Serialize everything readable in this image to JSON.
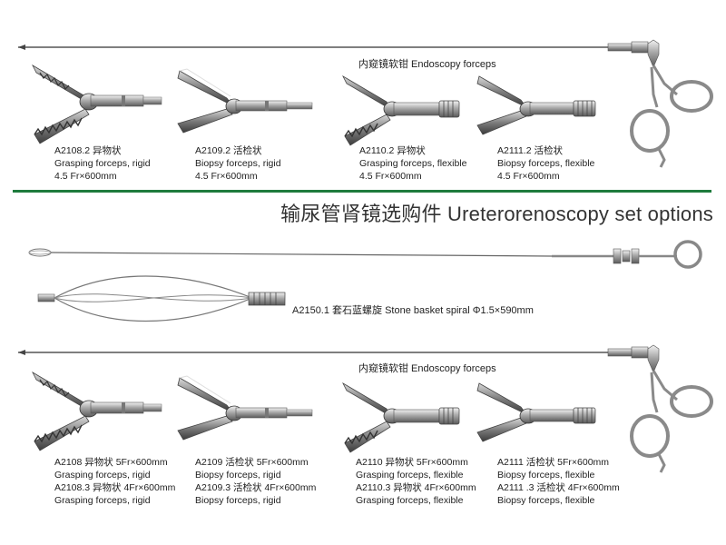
{
  "top_section": {
    "title": "内窥镜软钳 Endoscopy forceps",
    "items": [
      {
        "code": "A2108.2 异物状",
        "desc": "Grasping forceps, rigid",
        "size": "4.5 Fr×600mm"
      },
      {
        "code": "A2109.2 活检状",
        "desc": "Biopsy forceps, rigid",
        "size": "4.5 Fr×600mm"
      },
      {
        "code": "A2110.2 异物状",
        "desc": "Grasping forceps, flexible",
        "size": "4.5 Fr×600mm"
      },
      {
        "code": "A2111.2 活检状",
        "desc": "Biopsy forceps, flexible",
        "size": "4.5 Fr×600mm"
      }
    ]
  },
  "heading": "输尿管肾镜选购件 Ureterorenoscopy set options",
  "basket": {
    "label": "A2150.1 套石蓝螺旋 Stone basket spiral  Φ1.5×590mm"
  },
  "bottom_section": {
    "title": "内窥镜软钳 Endoscopy forceps",
    "items": [
      {
        "line1": "A2108 异物状 5Fr×600mm",
        "line2": "Grasping forceps, rigid",
        "line3": "A2108.3 异物状 4Fr×600mm",
        "line4": "Grasping forceps, rigid"
      },
      {
        "line1": "A2109 活检状 5Fr×600mm",
        "line2": "Biopsy forceps, rigid",
        "line3": "A2109.3 活检状 4Fr×600mm",
        "line4": "Biopsy forceps, rigid"
      },
      {
        "line1": "A2110 异物状 5Fr×600mm",
        "line2": "Grasping forceps, flexible",
        "line3": "A2110.3 异物状 4Fr×600mm",
        "line4": "Grasping forceps, flexible"
      },
      {
        "line1": "A2111 活检状  5Fr×600mm",
        "line2": "Biopsy forceps, flexible",
        "line3": "A2111 .3 活检状  4Fr×600mm",
        "line4": "Biopsy forceps, flexible"
      }
    ]
  },
  "colors": {
    "divider": "#1e7b3d",
    "metal": "#9a9a9a",
    "metal_dark": "#555555"
  }
}
